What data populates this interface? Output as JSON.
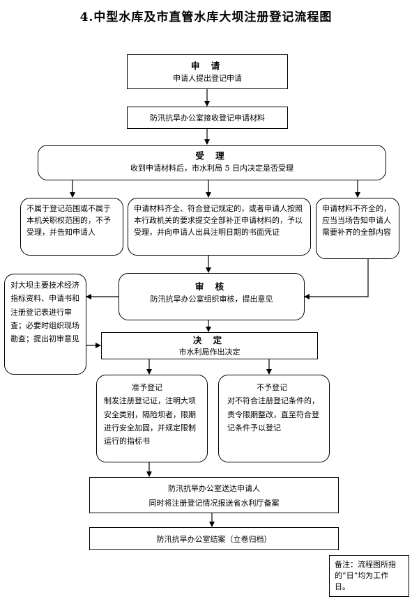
{
  "title": "4.中型水库及市直管水库大坝注册登记流程图",
  "apply": {
    "heading": "申  请",
    "text": "申请人提出登记申请"
  },
  "receive": {
    "text": "防汛抗旱办公室接收登记申请材料"
  },
  "accept": {
    "heading": "受  理",
    "text": "收到申请材料后，市水利局 5 日内决定是否受理"
  },
  "branch_left": {
    "text": "不属于登记范围或不属于本机关职权范围的，不予受理，并告知申请人"
  },
  "branch_mid": {
    "text": "申请材料齐全、符合登记规定的，或者申请人按照本行政机关的要求提交全部补正申请材料的，予以受理，并向申请人出具注明日期的书面凭证"
  },
  "branch_right": {
    "text": "申请材料不齐全的，应当当场告知申请人需要补齐的全部内容"
  },
  "review": {
    "heading": "审  核",
    "text": "防汛抗旱办公室组织审核，提出意见"
  },
  "review_side": {
    "text": "对大坝主要技术经济指标资料、申请书和注册登记表进行审查；必要时组织现场勘查；提出初审意见"
  },
  "decide": {
    "heading": "决  定",
    "text": "市水利局作出决定"
  },
  "approve": {
    "heading": "准予登记",
    "text": "制发注册登记证，注明大坝安全类别，隔险坝者，限期进行安全加固，并规定限制运行的指标书"
  },
  "reject": {
    "heading": "不予登记",
    "text": "对不符合注册登记条件的，责令限期整改，直至符合登记条件予以登记"
  },
  "deliver": {
    "line1": "防汛抗旱办公室送达申请人",
    "line2": "同时将注册登记情况报送省水利厅备案"
  },
  "close": {
    "text": "防汛抗旱办公室结案（立卷归档）"
  },
  "note": {
    "text": "备注：流程图所指的“日”均为工作日。"
  }
}
